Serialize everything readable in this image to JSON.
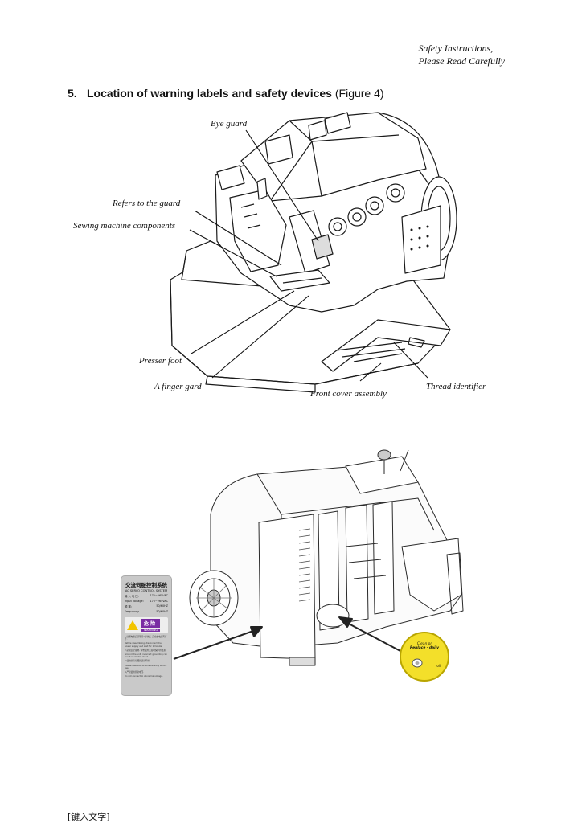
{
  "header": {
    "line1": "Safety Instructions,",
    "line2": "Please Read Carefully"
  },
  "section": {
    "number": "5.",
    "title": "Location of warning labels and safety devices",
    "figure_ref": "(Figure 4)"
  },
  "callouts": {
    "eye_guard": "Eye guard",
    "refers_to_guard": "Refers to the guard",
    "sewing_components": "Sewing machine components",
    "presser_foot": "Presser foot",
    "finger_gard": "A finger gard",
    "front_cover": "Front cover assembly",
    "thread_identifier": "Thread identifier"
  },
  "warning_label": {
    "title_cn": "交流伺服控制系统",
    "title_en": "AC SERVO CONTROL SYSTEM",
    "rows": [
      {
        "k": "输 入 电 压:",
        "v": "175~265VAC"
      },
      {
        "k": "Input Voltage:",
        "v": "175~265VAC"
      },
      {
        "k": "频    率:",
        "v": "50/60HZ"
      },
      {
        "k": "Frequency:",
        "v": "50/60HZ"
      }
    ],
    "danger_cn": "危 险",
    "danger_en": "WARNING",
    "text": [
      "1.切断电源后请等待1分钟后, 完全放电后再打开.",
      "Before dissembling, disconnect the power supply and wait for 1 minute.",
      "2.必须安全接地, 请勿使用无接地保护的电源.",
      "Ground the unit, incorrect grounding can result in electric shock.",
      "3.使用前请仔细阅读说明书.",
      "Please read instructions carefully before use.",
      "4.严禁使用异常电压.",
      "Do not connect to abnormal voltage."
    ]
  },
  "sticker": {
    "line1": "Clean or",
    "line2": "Replace · daily",
    "line3": "oil"
  },
  "footer": {
    "text": "[键入文字]"
  }
}
